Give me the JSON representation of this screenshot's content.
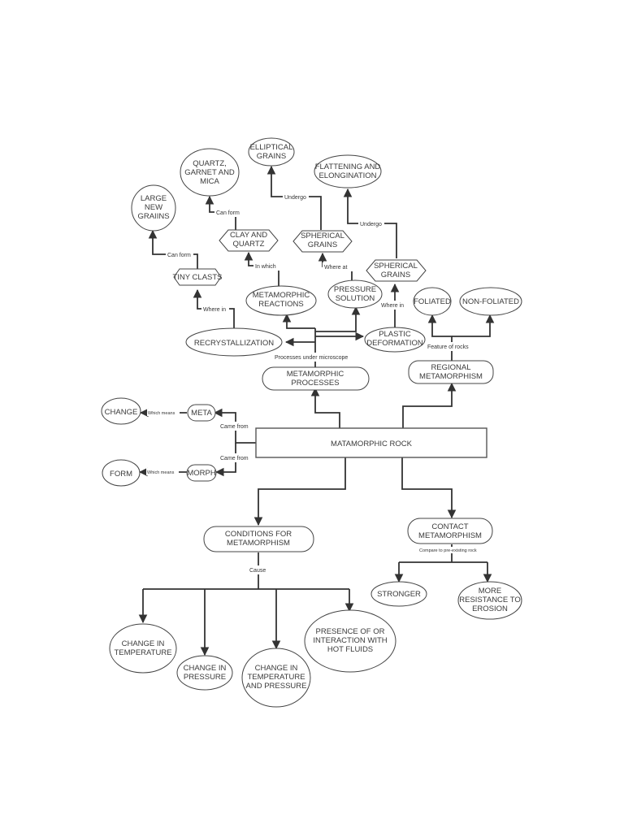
{
  "nodes": {
    "main": "MATAMORPHIC ROCK",
    "meta": "META",
    "morph": "MORPH",
    "change": "CHANGE",
    "form": "FORM",
    "metamorphic_processes": "METAMORPHIC\nPROCESSES",
    "regional": "REGIONAL\nMETAMORPHISM",
    "foliated": "FOLIATED",
    "non_foliated": "NON-FOLIATED",
    "recrystallization": "RECRYSTALLIZATION",
    "metamorphic_reactions": "METAMORPHIC\nREACTIONS",
    "pressure_solution": "PRESSURE\nSOLUTION",
    "plastic_deformation": "PLASTIC\nDEFORMATION",
    "tiny_clasts": "TINY CLASTS",
    "large_new_grains": "LARGE\nNEW\nGRAIINS",
    "clay_quartz": "CLAY AND\nQUARTZ",
    "quartz_garnet_mica": "QUARTZ,\nGARNET AND\nMICA",
    "spherical_grains_top": "SPHERICAL\nGRAINS",
    "elliptical_grains": "ELLIPTICAL\nGRAINS",
    "spherical_grains_right": "SPHERICAL\nGRAINS",
    "flattening": "FLATTENING AND\nELONGINATION",
    "conditions": "CONDITIONS  FOR\nMETAMORPHISM",
    "contact": "CONTACT\nMETAMORPHISM",
    "change_temperature": "CHANGE IN\nTEMPERATURE",
    "change_pressure": "CHANGE IN\nPRESSURE",
    "change_temp_pressure": "CHANGE IN\nTEMPERATURE\nAND PRESSURE",
    "hot_fluids": "PRESENCE OF OR\nINTERACTION WITH\nHOT FLUIDS",
    "stronger": "STRONGER",
    "resistance": "MORE\nRESISTANCE TO\nEROSION"
  },
  "edge_labels": {
    "came_from_1": "Came from",
    "came_from_2": "Came from",
    "which_means_1": "Which means",
    "which_means_2": "Which means",
    "processes_under_microscope": "Processes under microscope",
    "feature_of_rocks": "Feature of rocks",
    "where_in_1": "Where in",
    "where_in_2": "Where in",
    "in_which": "In which",
    "where_at": "Where at",
    "can_form_1": "Can form",
    "can_form_2": "Can form",
    "undergo_1": "Undergo",
    "undergo_2": "Undergo",
    "cause": "Cause",
    "compare": "Compare to pre-existing rock"
  },
  "colors": {
    "stroke": "#444444",
    "line": "#333333",
    "text": "#3a3a3a",
    "background": "#ffffff"
  }
}
